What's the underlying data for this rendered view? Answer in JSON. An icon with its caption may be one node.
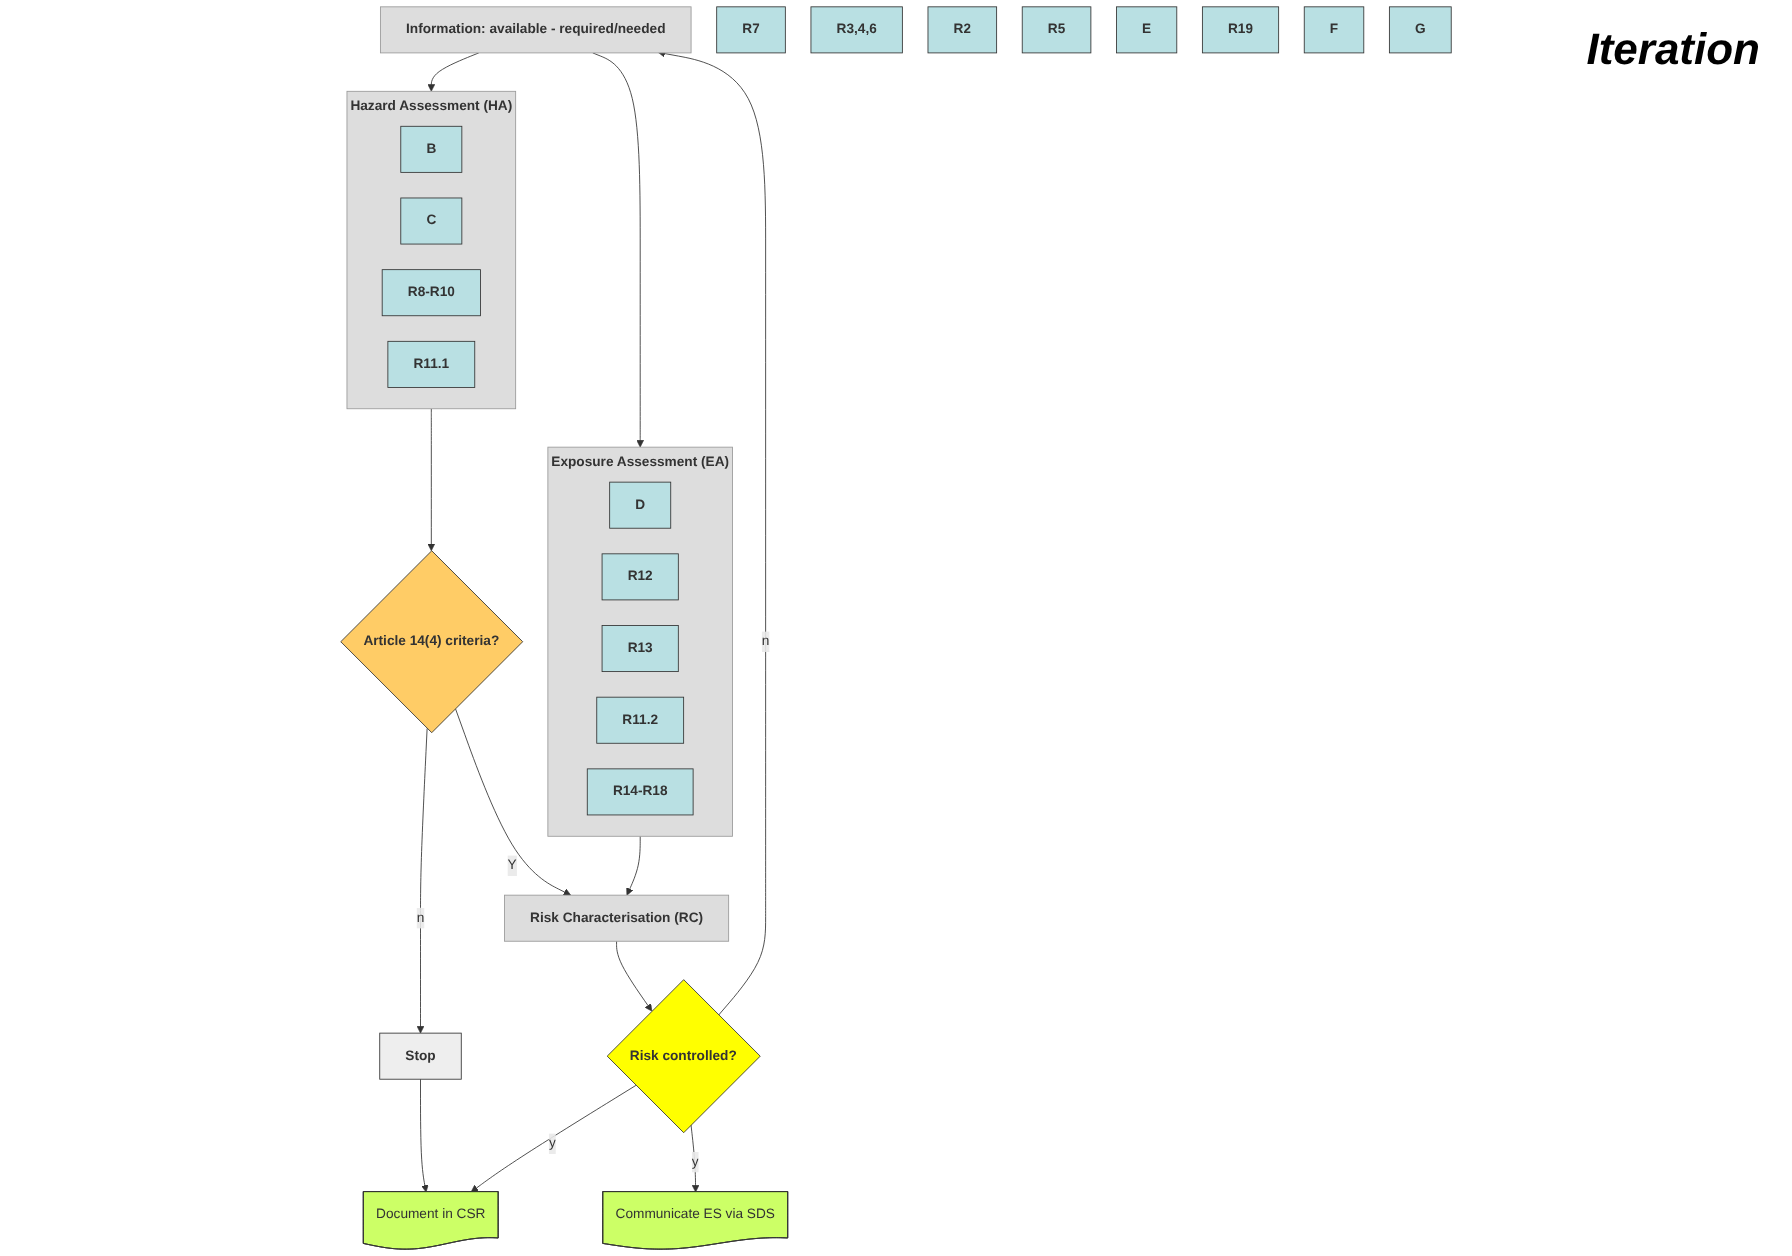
{
  "diagram": {
    "nodes": [
      {
        "text": [
          "Information: available - required/needed"
        ]
      },
      {
        "text": [
          "R7"
        ]
      },
      {
        "text": [
          "R3,4,6"
        ]
      },
      {
        "text": [
          "R2"
        ]
      },
      {
        "text": [
          "R5"
        ]
      },
      {
        "text": [
          "Hazard Assessment (HA)"
        ]
      },
      {
        "text": [
          "B"
        ],
        "in": 5
      },
      {
        "text": [
          "C"
        ],
        "in": 5
      },
      {
        "text": [
          "R8-R10"
        ],
        "in": 5
      },
      {
        "text": [
          "R11.1"
        ],
        "in": 5
      },
      {
        "text": [
          "Exposure Assessment (EA)"
        ]
      },
      {
        "text": [
          "D"
        ],
        "in": 10
      },
      {
        "text": [
          "R12"
        ],
        "in": 10
      },
      {
        "text": [
          "R13"
        ],
        "in": 10
      },
      {
        "text": [
          "R11.2"
        ],
        "in": 10
      },
      {
        "text": [
          "R14-R18"
        ],
        "in": 10
      },
      {
        "text": [
          "Article 14(4) criteria?"
        ]
      },
      {
        "text": [
          "Stop"
        ]
      },
      {
        "text": [
          "E"
        ]
      },
      {
        "text": [
          "R19"
        ]
      },
      {
        "text": [
          "Risk Characterisation (RC)"
        ]
      },
      {
        "text": [
          "Risk controlled?"
        ]
      },
      {
        "text": [
          "F"
        ]
      },
      {
        "text": [
          "Document in CSR"
        ]
      },
      {
        "text": [
          "G"
        ]
      },
      {
        "text": [
          "Communicate ES via SDS"
        ]
      }
    ],
    "edges": [
      {
        "from": 0,
        "to": 5,
        "arrow": "to"
      },
      {
        "from": 0,
        "to": 10,
        "arrow": "to"
      },
      {
        "from": 5,
        "to": 16,
        "arrow": "to"
      },
      {
        "from": 16,
        "to": 17,
        "label": "n",
        "arrow": "to"
      },
      {
        "from": 16,
        "to": 20,
        "label": "Y",
        "arrow": "to"
      },
      {
        "from": 10,
        "to": 20,
        "arrow": "to"
      },
      {
        "from": 20,
        "to": 21,
        "arrow": "to"
      },
      {
        "from": 17,
        "to": 23,
        "arrow": "to"
      },
      {
        "from": 21,
        "to": 23,
        "label": "y",
        "arrow": "to"
      },
      {
        "from": 21,
        "to": 25,
        "label": "y",
        "arrow": "to"
      },
      {
        "from": 21,
        "to": 0,
        "label": "n",
        "arrow": "to"
      }
    ],
    "labels": [
      "Iteration"
    ]
  }
}
